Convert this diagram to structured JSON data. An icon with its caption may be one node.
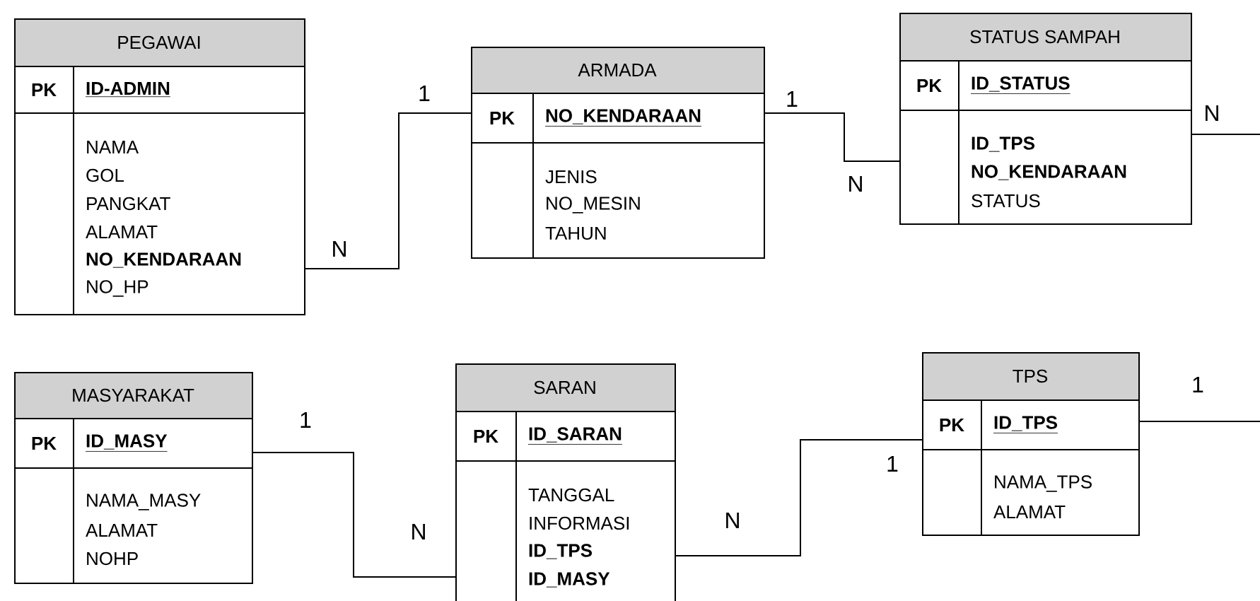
{
  "diagram": {
    "nodes": [
      {
        "text": [
          "PEGAWAI",
          "PK",
          "ID-ADMIN",
          "NAMA",
          "GOL",
          "PANGKAT",
          "ALAMAT",
          "**NO_KENDARAAN**",
          "NO_HP"
        ]
      },
      {
        "text": [
          "ARMADA",
          "PK",
          "NO_KENDARAAN",
          "JENIS",
          "NO_MESIN",
          "TAHUN"
        ]
      },
      {
        "text": [
          "STATUS SAMPAH",
          "PK",
          "ID_STATUS",
          "**ID_TPS**",
          "**NO_KENDARAAN**",
          "STATUS"
        ]
      },
      {
        "text": [
          "MASYARAKAT",
          "PK",
          "ID_MASY",
          "NAMA_MASY",
          "ALAMAT",
          "NOHP"
        ]
      },
      {
        "text": [
          "SARAN",
          "PK",
          "ID_SARAN",
          "TANGGAL",
          "INFORMASI",
          "**ID_TPS**",
          "**ID_MASY**"
        ]
      },
      {
        "text": [
          "TPS",
          "PK",
          "ID_TPS",
          "NAMA_TPS",
          "ALAMAT"
        ]
      }
    ],
    "edges": [
      {
        "from": 0,
        "to": 1,
        "arrow": "none"
      },
      {
        "from": 1,
        "to": 2,
        "arrow": "none"
      },
      {
        "from": 2,
        "to": null,
        "arrow": "none"
      },
      {
        "from": 3,
        "to": 4,
        "arrow": "none"
      },
      {
        "from": 4,
        "to": 5,
        "arrow": "none"
      },
      {
        "from": 5,
        "to": null,
        "arrow": "none"
      }
    ],
    "labels": [
      "1",
      "1",
      "N",
      "N",
      "N",
      "1",
      "1",
      "1",
      "N",
      "N"
    ]
  }
}
